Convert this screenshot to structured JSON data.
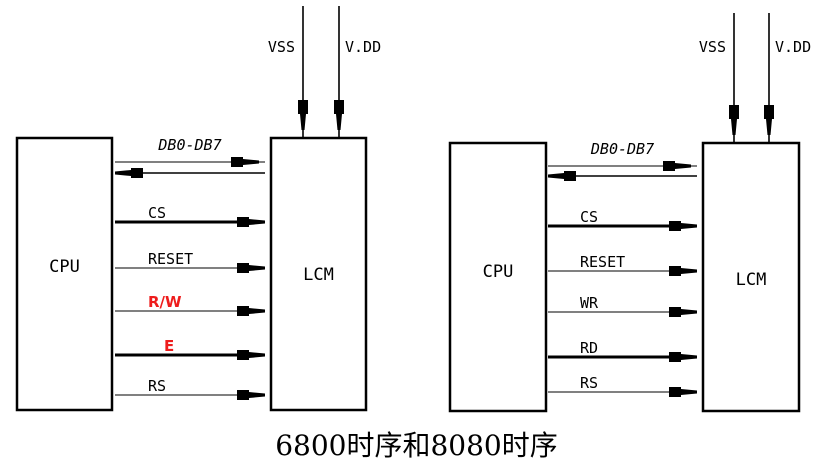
{
  "caption": "6800时序和8080时序",
  "colors": {
    "line": "#000000",
    "highlight": "#ee1c1c",
    "background": "#ffffff"
  },
  "diagrams": [
    {
      "name": "6800",
      "cpu_label": "CPU",
      "lcm_label": "LCM",
      "power": [
        "VSS",
        "VDD"
      ],
      "power_display": [
        "VSS",
        "V.DD"
      ],
      "bus_label": "DB0-DB7",
      "signals": [
        {
          "label": "CS",
          "display": "CS",
          "highlight": false,
          "thick": true
        },
        {
          "label": "RESET",
          "display": "RESET",
          "highlight": false,
          "thick": false
        },
        {
          "label": "R/W",
          "display": "R/W",
          "highlight": true,
          "thick": false
        },
        {
          "label": "E",
          "display": "E",
          "highlight": true,
          "thick": true
        },
        {
          "label": "RS",
          "display": "RS",
          "highlight": false,
          "thick": false
        }
      ]
    },
    {
      "name": "8080",
      "cpu_label": "CPU",
      "lcm_label": "LCM",
      "power": [
        "VSS",
        "VDD"
      ],
      "power_display": [
        "VSS",
        "V.DD"
      ],
      "bus_label": "DB0-DB7",
      "signals": [
        {
          "label": "CS",
          "display": "CS",
          "highlight": false,
          "thick": true
        },
        {
          "label": "RESET",
          "display": "RESET",
          "highlight": false,
          "thick": false
        },
        {
          "label": "WR",
          "display": "WR",
          "highlight": false,
          "thick": false
        },
        {
          "label": "RD",
          "display": "RD",
          "highlight": false,
          "thick": true
        },
        {
          "label": "RS",
          "display": "RS",
          "highlight": false,
          "thick": false
        }
      ]
    }
  ]
}
